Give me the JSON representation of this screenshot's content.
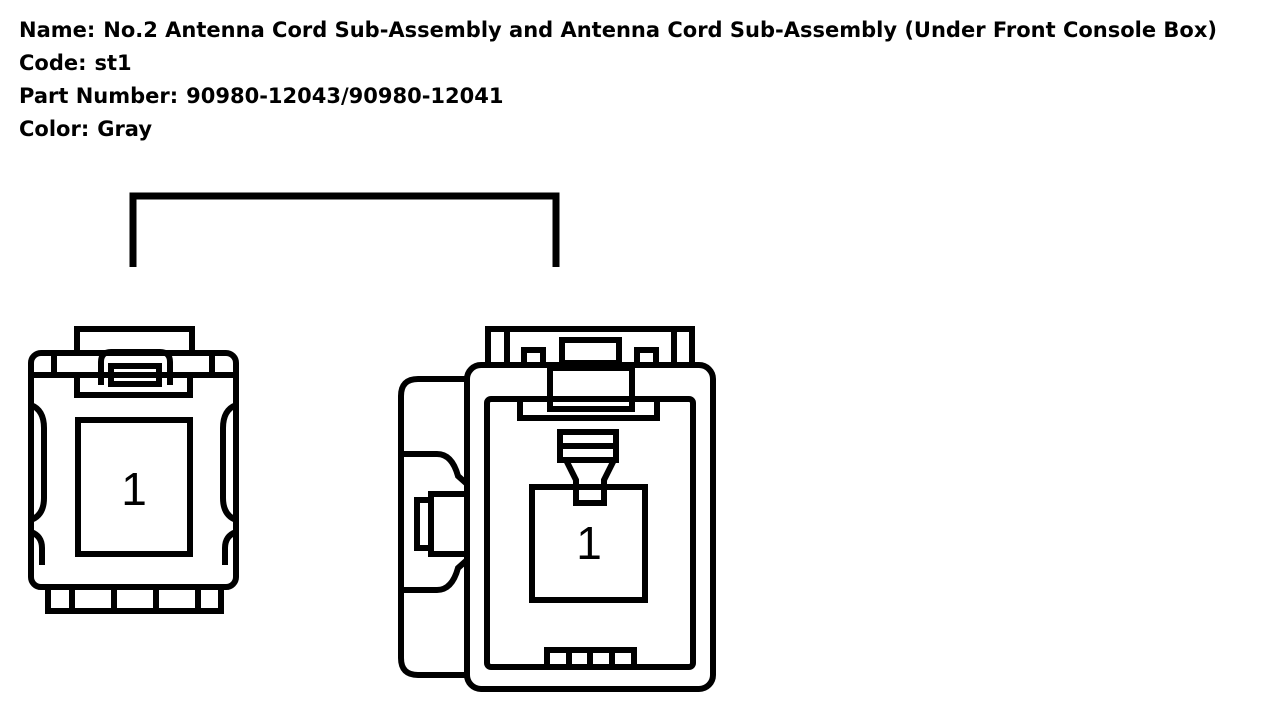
{
  "header": {
    "name_label": "Name:",
    "name_value": "No.2 Antenna Cord Sub-Assembly and Antenna Cord Sub-Assembly (Under Front Console Box)",
    "code_label": "Code:",
    "code_value": "st1",
    "part_label": "Part Number:",
    "part_value": "90980-12043/90980-12041",
    "color_label": "Color:",
    "color_value": "Gray"
  },
  "connectors": [
    {
      "pin_label": "1"
    },
    {
      "pin_label": "1"
    }
  ]
}
